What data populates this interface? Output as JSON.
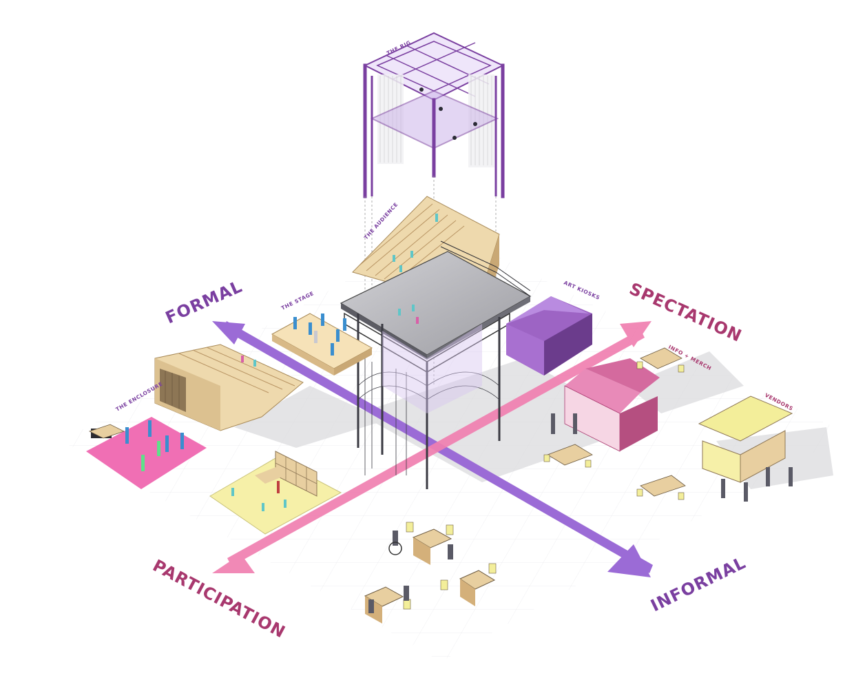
{
  "axes": {
    "formal": "FORMAL",
    "informal": "INFORMAL",
    "spectation": "SPECTATION",
    "participation": "PARTICIPATION"
  },
  "zones": {
    "rig": "THE RIG",
    "audience": "THE AUDIENCE",
    "stage": "THE STAGE",
    "enclosure": "THE ENCLOSURE",
    "art_kiosks": "ART KIOSKS",
    "info_merch": "INFO + MERCH",
    "vendors": "VENDORS"
  },
  "colors": {
    "formal_axis": "#9b6bd6",
    "participation_axis": "#f07fb0",
    "label_purple": "#7a3fa0",
    "label_magenta": "#a8386e",
    "pink_zone": "#f06fb4",
    "yellow_zone": "#f6f0a8",
    "plywood": "#e8cfa0",
    "steel": "#b9b9bd"
  }
}
